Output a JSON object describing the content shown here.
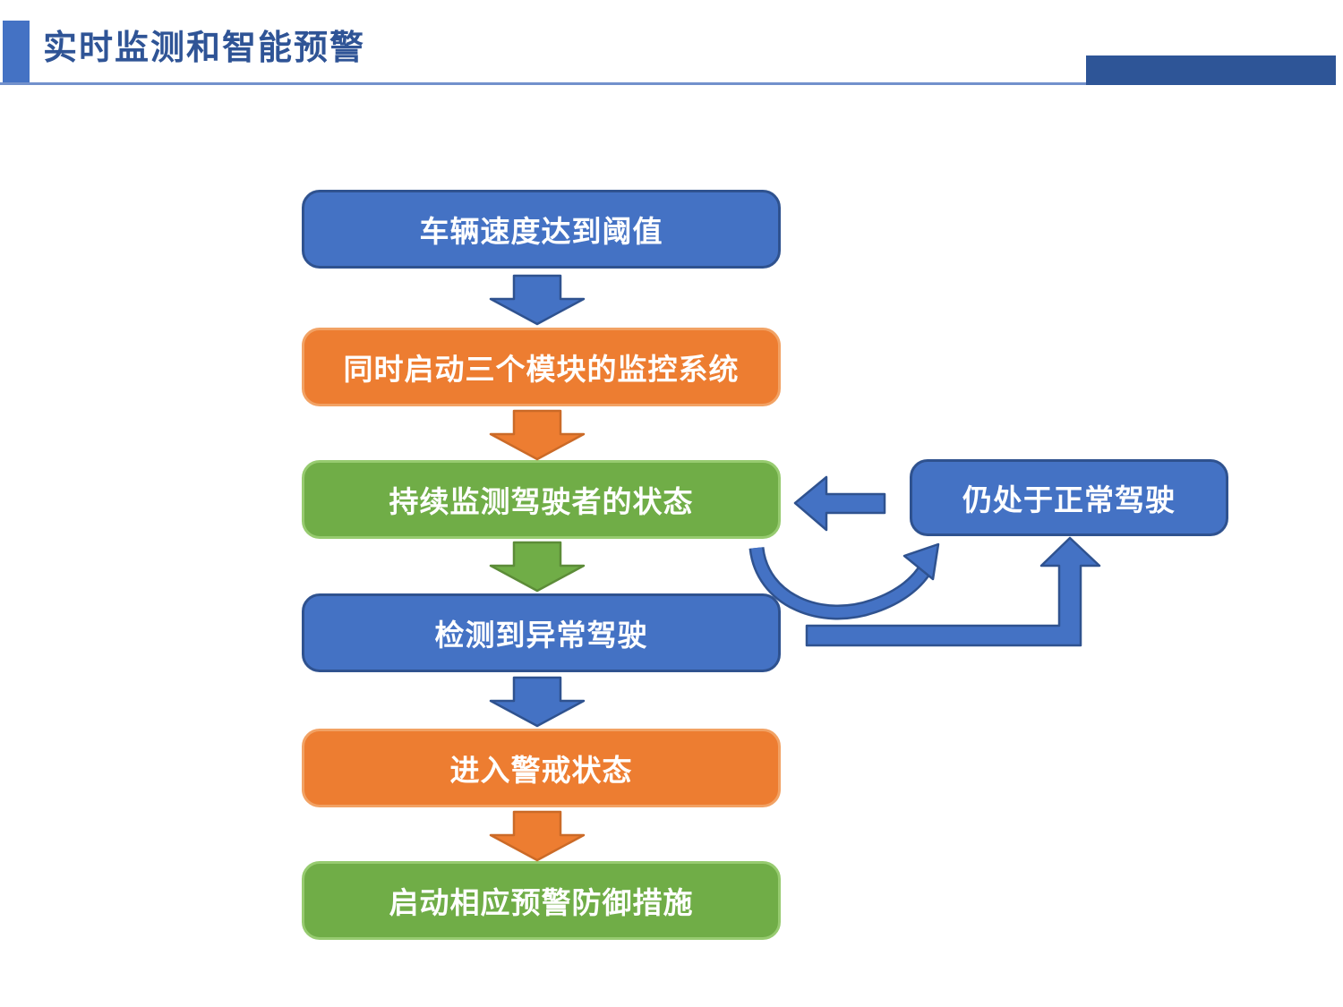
{
  "header": {
    "title": "实时监测和智能预警"
  },
  "flow": {
    "steps": [
      {
        "label": "车辆速度达到阈值",
        "color": "blue"
      },
      {
        "label": "同时启动三个模块的监控系统",
        "color": "orange"
      },
      {
        "label": "持续监测驾驶者的状态",
        "color": "green"
      },
      {
        "label": "检测到异常驾驶",
        "color": "blue"
      },
      {
        "label": "进入警戒状态",
        "color": "orange"
      },
      {
        "label": "启动相应预警防御措施",
        "color": "green"
      }
    ],
    "side_box": {
      "label": "仍处于正常驾驶",
      "color": "blue"
    },
    "connectors": [
      {
        "name": "down-arrow-1",
        "color": "blue",
        "from": "车辆速度达到阈值",
        "to": "同时启动三个模块的监控系统"
      },
      {
        "name": "down-arrow-2",
        "color": "orange",
        "from": "同时启动三个模块的监控系统",
        "to": "持续监测驾驶者的状态"
      },
      {
        "name": "down-arrow-3",
        "color": "green",
        "from": "持续监测驾驶者的状态",
        "to": "检测到异常驾驶"
      },
      {
        "name": "down-arrow-4",
        "color": "blue",
        "from": "检测到异常驾驶",
        "to": "进入警戒状态"
      },
      {
        "name": "down-arrow-5",
        "color": "orange",
        "from": "进入警戒状态",
        "to": "启动相应预警防御措施"
      },
      {
        "name": "left-arrow",
        "color": "blue",
        "from": "仍处于正常驾驶",
        "to": "持续监测驾驶者的状态"
      },
      {
        "name": "elbow-up-arrow",
        "color": "blue",
        "from": "检测到异常驾驶",
        "to": "仍处于正常驾驶"
      },
      {
        "name": "curved-loop-arrow",
        "color": "blue",
        "from": "持续监测驾驶者的状态",
        "to": "仍处于正常驾驶"
      }
    ]
  },
  "palette": {
    "blue_fill": "#4472C4",
    "blue_border": "#2F528F",
    "orange_fill": "#ED7D31",
    "orange_border_light": "#F2A264",
    "orange_border_dark": "#CB6A27",
    "green_fill": "#70AD47",
    "green_border_light": "#97CB70",
    "green_border_dark": "#5C8C38",
    "title_color": "#2F5496",
    "header_bar": "#2E5597",
    "text_color": "#FFFFFF"
  }
}
